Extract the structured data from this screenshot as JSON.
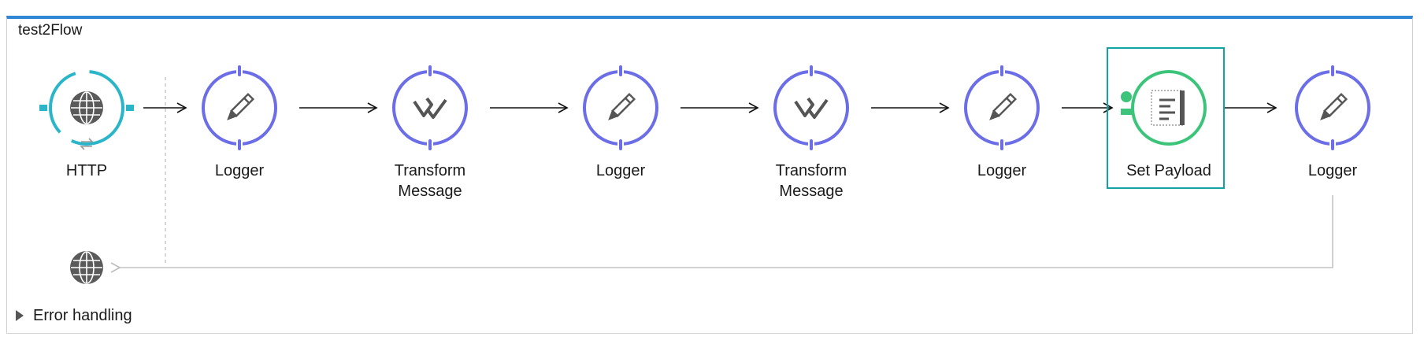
{
  "flow": {
    "title": "test2Flow"
  },
  "nodes": [
    {
      "id": "http",
      "label_line1": "HTTP",
      "label_line2": "",
      "icon": "globe-icon",
      "kind": "source"
    },
    {
      "id": "logger1",
      "label_line1": "Logger",
      "label_line2": "",
      "icon": "pencil-icon",
      "kind": "processor"
    },
    {
      "id": "transform1",
      "label_line1": "Transform",
      "label_line2": "Message",
      "icon": "transform-icon",
      "kind": "processor"
    },
    {
      "id": "logger2",
      "label_line1": "Logger",
      "label_line2": "",
      "icon": "pencil-icon",
      "kind": "processor"
    },
    {
      "id": "transform2",
      "label_line1": "Transform",
      "label_line2": "Message",
      "icon": "transform-icon",
      "kind": "processor"
    },
    {
      "id": "logger3",
      "label_line1": "Logger",
      "label_line2": "",
      "icon": "pencil-icon",
      "kind": "processor"
    },
    {
      "id": "setpayload",
      "label_line1": "Set Payload",
      "label_line2": "",
      "icon": "set-payload-icon",
      "kind": "processor",
      "selected": true
    },
    {
      "id": "logger4",
      "label_line1": "Logger",
      "label_line2": "",
      "icon": "pencil-icon",
      "kind": "processor"
    }
  ],
  "response": {
    "icon": "globe-icon"
  },
  "error_handling": {
    "label": "Error handling",
    "icon": "expand-triangle-icon"
  },
  "colors": {
    "frame_accent": "#2f86d4",
    "processor_ring": "#6b6ee6",
    "source_ring": "#2bb5c9",
    "set_payload_ring": "#3cc47a",
    "selection": "#14a3a3"
  }
}
